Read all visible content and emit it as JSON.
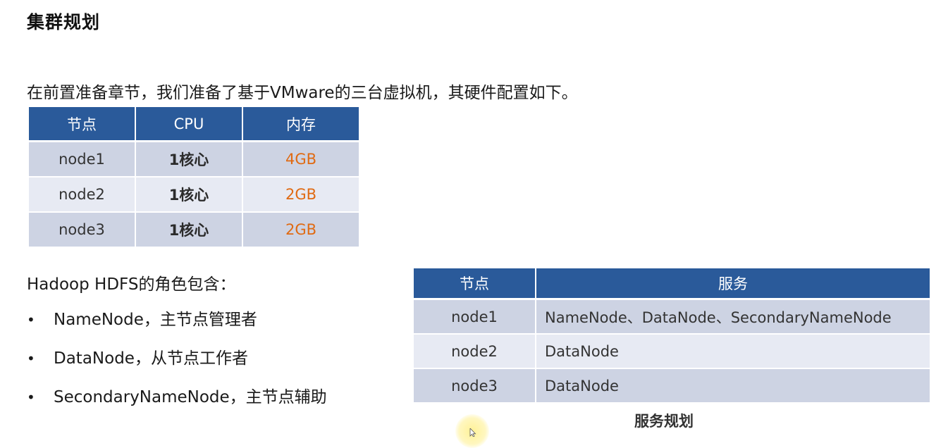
{
  "title": "集群规划",
  "intro": "在前置准备章节，我们准备了基于VMware的三台虚拟机，其硬件配置如下。",
  "hardware_table": {
    "headers": [
      "节点",
      "CPU",
      "内存"
    ],
    "rows": [
      [
        "node1",
        "1核心",
        "4GB"
      ],
      [
        "node2",
        "1核心",
        "2GB"
      ],
      [
        "node3",
        "1核心",
        "2GB"
      ]
    ]
  },
  "roles": {
    "heading": "Hadoop HDFS的角色包含：",
    "bullet": "•",
    "items": [
      "NameNode，主节点管理者",
      "DataNode，从节点工作者",
      "SecondaryNameNode，主节点辅助"
    ]
  },
  "service_table": {
    "headers": [
      "节点",
      "服务"
    ],
    "rows": [
      [
        "node1",
        "NameNode、DataNode、SecondaryNameNode"
      ],
      [
        "node2",
        "DataNode"
      ],
      [
        "node3",
        "DataNode"
      ]
    ],
    "caption": "服务规划"
  },
  "colors": {
    "header_bg": "#2a5a9a",
    "row_dark": "#cdd3e3",
    "row_light": "#e7eaf3",
    "memory_text": "#e06a12"
  }
}
